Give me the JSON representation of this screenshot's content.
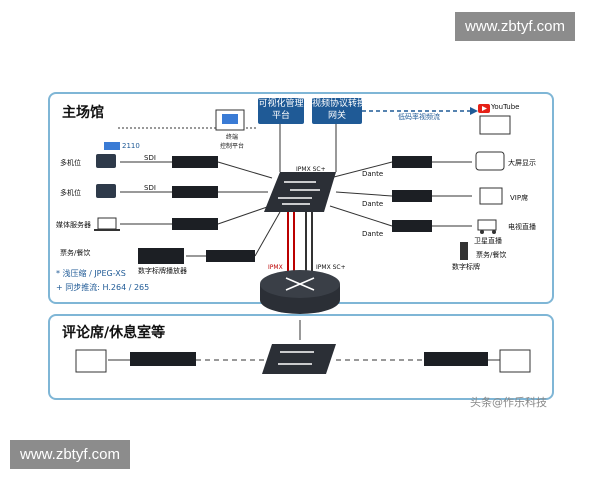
{
  "watermarks": {
    "top": "www.zbtyf.com",
    "bottom": "www.zbtyf.com"
  },
  "main_venue": {
    "title": "主场馆",
    "boxes": {
      "visual_mgmt": "可视化管理\n平台",
      "protocol_gw": "视频协议转换\n网关"
    },
    "labels": {
      "st2110": "2110",
      "cam1": "多机位",
      "cam2": "多机位",
      "media_server": "媒体服务器",
      "admin": "票务/餐饮",
      "sdi1": "SDI",
      "sdi2": "SDI",
      "arrow_text": "低码率视频流",
      "tablet_caption": "终端\n控制平台",
      "big_screen": "大屏显示",
      "vip": "VIP席",
      "tv": "电视直播",
      "tv2": "卫星直播",
      "digital_sign": "数字标牌",
      "dining": "票务/餐饮",
      "decoder_caption": "数字标牌播放器",
      "youtube": "YouTube",
      "dante1": "Dante",
      "dante2": "Dante",
      "dante3": "Dante",
      "ipmx1": "IPMX SC+",
      "ipmx2": "IPMX",
      "ipmx3": "IPMX SC+"
    },
    "legend": [
      "* 浅压缩 / JPEG-XS",
      "+ 同步推流: H.264 / 265"
    ]
  },
  "commentary": {
    "title": "评论席/休息室等"
  },
  "source_watermark": "头条@作乐科技"
}
